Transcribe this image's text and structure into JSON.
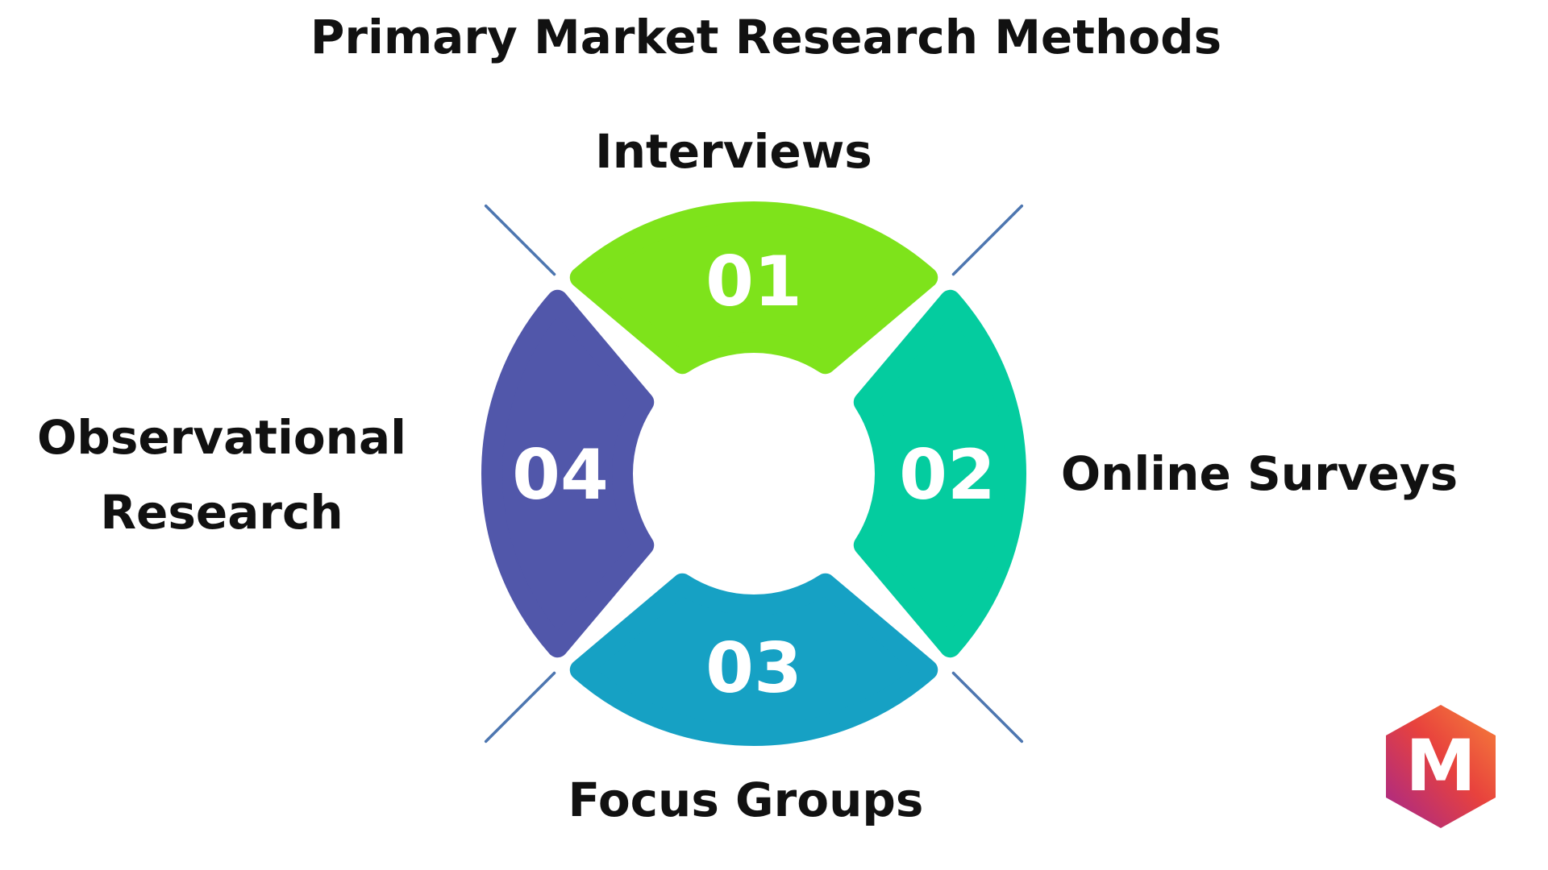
{
  "title": "Primary Market Research Methods",
  "methods": [
    {
      "number": "01",
      "label_lines": [
        "Interviews"
      ],
      "color": "#7ee31b"
    },
    {
      "number": "02",
      "label_lines": [
        "Online Surveys"
      ],
      "color": "#04cc9f"
    },
    {
      "number": "03",
      "label_lines": [
        "Focus Groups"
      ],
      "color": "#16a1c4"
    },
    {
      "number": "04",
      "label_lines": [
        "Observational",
        "Research"
      ],
      "color": "#5157aa"
    }
  ],
  "spoke_color": "#4d76b0",
  "logo": {
    "letter": "M",
    "gradient": [
      "#a3268e",
      "#e8423d",
      "#f6833a"
    ]
  }
}
